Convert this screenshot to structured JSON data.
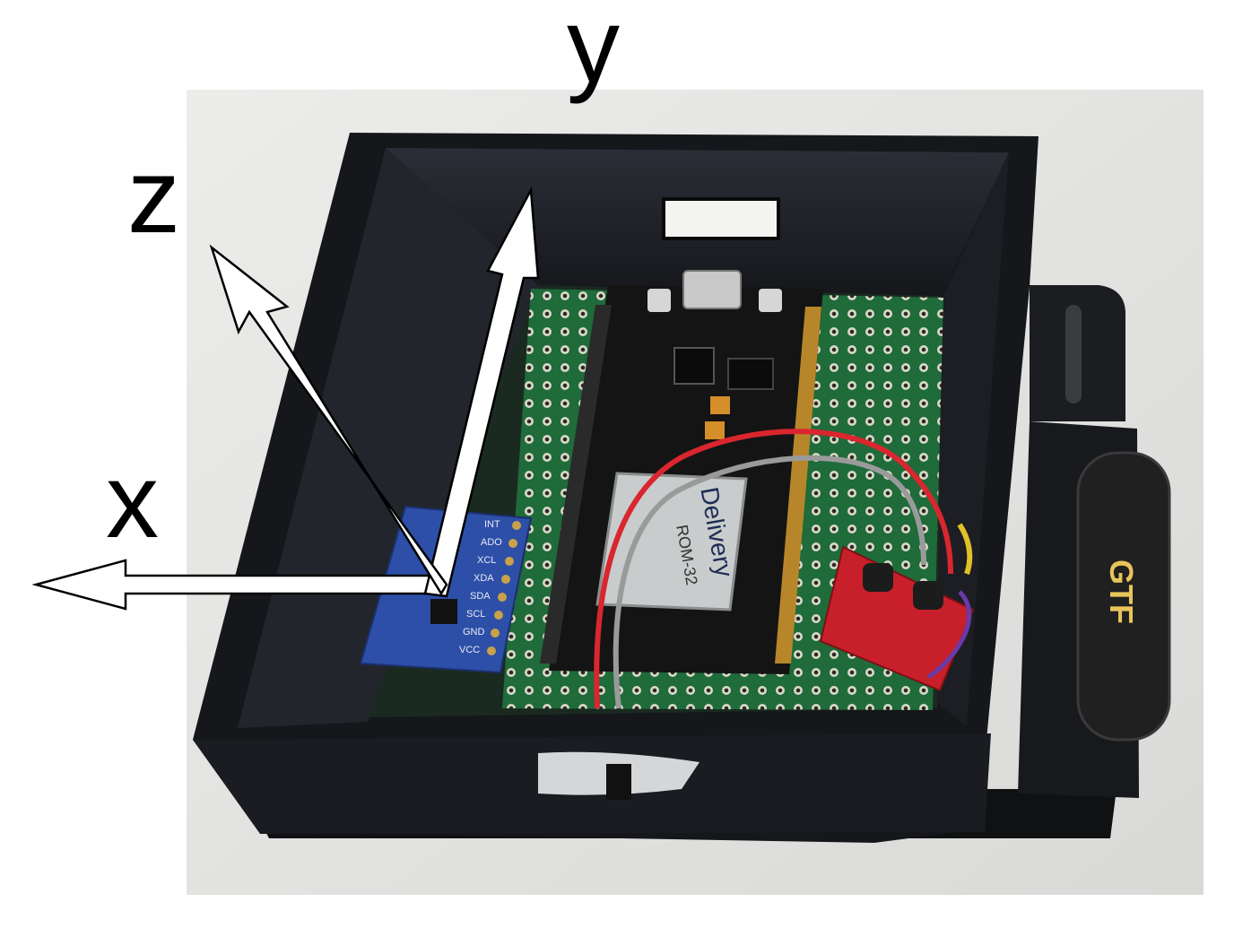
{
  "axes": {
    "x_label": "x",
    "y_label": "y",
    "z_label": "z"
  },
  "board_labels": {
    "module_brand": "Delivery",
    "module_model": "ROM-32",
    "battery_brand": "GTF",
    "imu_pins": [
      "INT",
      "ADO",
      "XCL",
      "XDA",
      "SDA",
      "SCL",
      "GND",
      "VCC"
    ]
  },
  "colors": {
    "background_photo": "#e6e6e4",
    "enclosure": "#1a1c20",
    "perfboard": "#1f6b3a",
    "esp_board": "#141414",
    "imu_board": "#2d4fa8",
    "dcdc_board": "#c8202a",
    "battery": "#202020",
    "arrow_fill": "#ffffff",
    "arrow_stroke": "#000000"
  }
}
